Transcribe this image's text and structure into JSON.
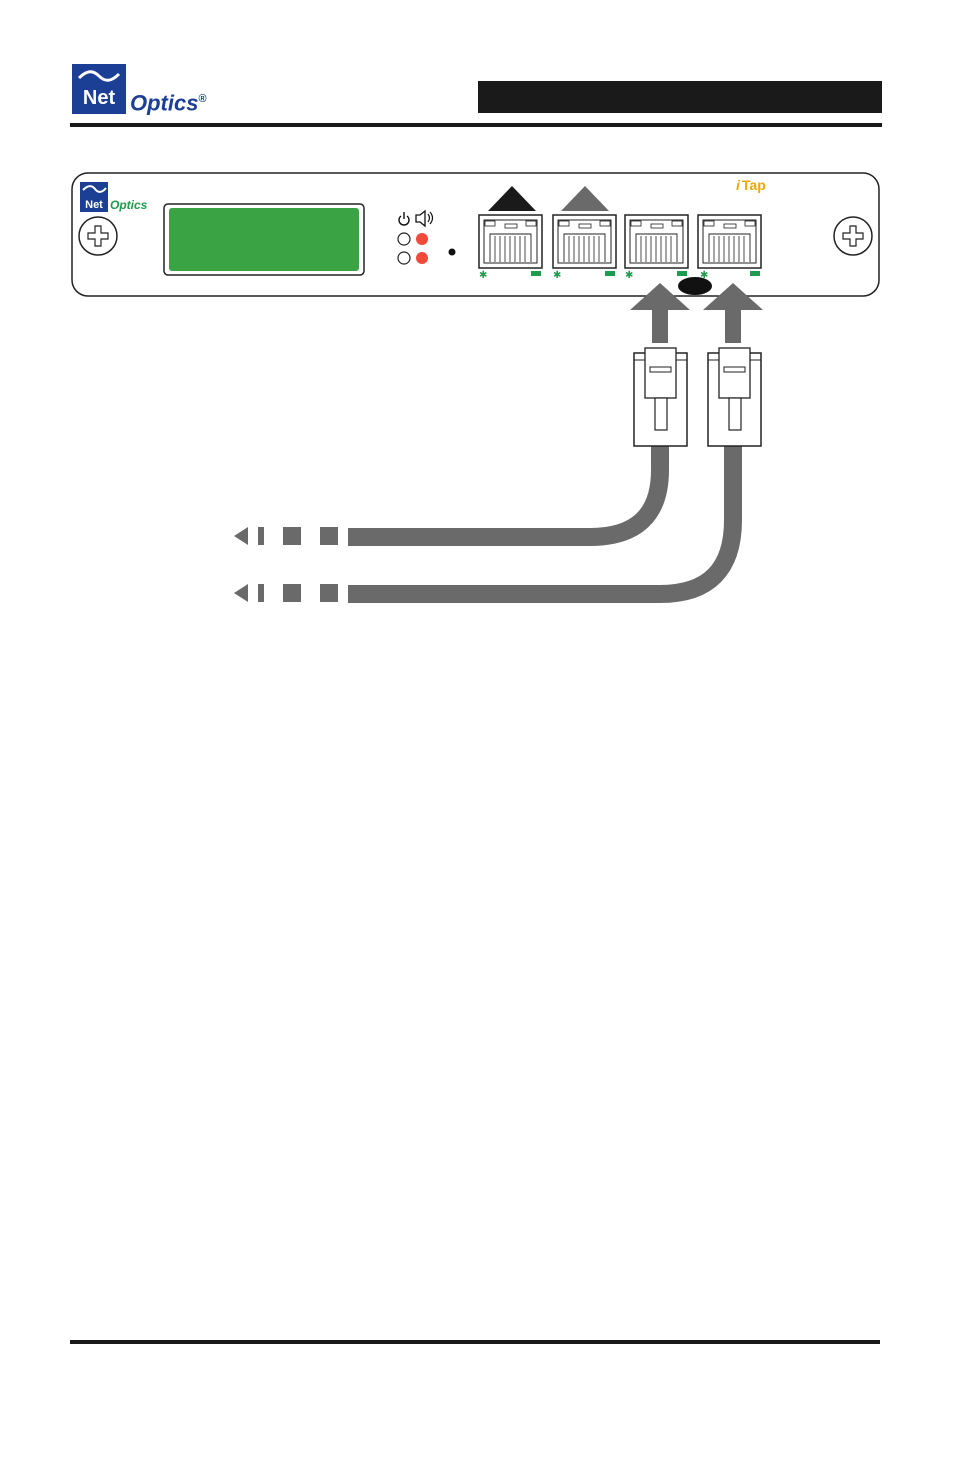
{
  "header": {
    "brand_net": "Net",
    "brand_optics": "Optics",
    "brand_mark": "®",
    "brand_color": "#1b3f94"
  },
  "device": {
    "panel_brand_net": "Net",
    "panel_brand_optics": "Optics",
    "model_prefix": "i",
    "model_name": "Tap",
    "brand_green": "#1e9b4c",
    "model_color": "#f0a800",
    "display_color": "#3aa444",
    "led_red": "#f04a3a",
    "power_icon": "power-icon",
    "speaker_icon": "speaker-icon"
  },
  "cables": {
    "arrow_color": "#6a6a6a"
  }
}
